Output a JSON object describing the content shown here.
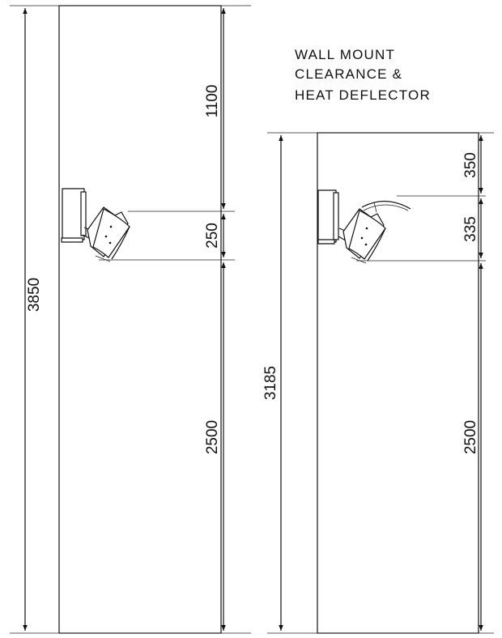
{
  "title_lines": [
    "WALL MOUNT",
    "CLEARANCE &",
    "HEAT DEFLECTOR"
  ],
  "left_diagram": {
    "total_height": "3850",
    "top_clearance": "1100",
    "heater_height": "250",
    "floor_clearance": "2500"
  },
  "right_diagram": {
    "total_height": "3185",
    "top_clearance": "350",
    "heater_height": "335",
    "floor_clearance": "2500"
  }
}
